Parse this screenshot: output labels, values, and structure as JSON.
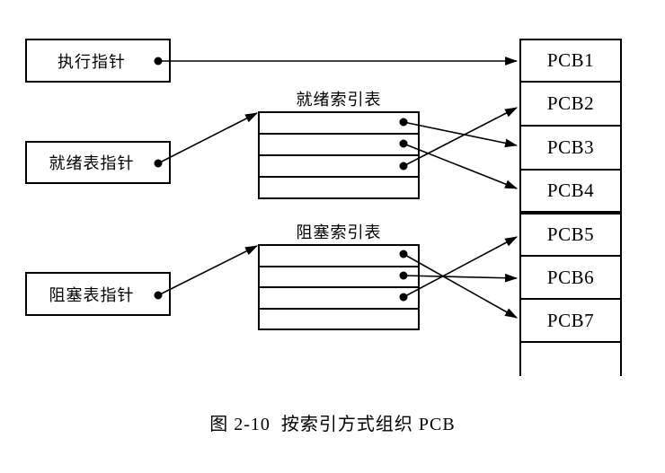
{
  "figure": {
    "caption": "图 2-10  按索引方式组织 PCB"
  },
  "pointer_boxes": {
    "execution": {
      "label": "执行指针",
      "points_to": "PCB1"
    },
    "ready": {
      "label": "就绪表指针",
      "points_to": "就绪索引表"
    },
    "blocked": {
      "label": "阻塞表指针",
      "points_to": "阻塞索引表"
    }
  },
  "ready_index_table": {
    "title": "就绪索引表",
    "row_count": 4,
    "entries": [
      {
        "row": 1,
        "points_to": "PCB3"
      },
      {
        "row": 2,
        "points_to": "PCB4"
      },
      {
        "row": 3,
        "points_to": "PCB2"
      }
    ]
  },
  "blocked_index_table": {
    "title": "阻塞索引表",
    "row_count": 4,
    "entries": [
      {
        "row": 1,
        "points_to": "PCB7"
      },
      {
        "row": 2,
        "points_to": "PCB6"
      },
      {
        "row": 3,
        "points_to": "PCB5"
      }
    ]
  },
  "pcb_column": {
    "cells": [
      {
        "label": "PCB1"
      },
      {
        "label": "PCB2"
      },
      {
        "label": "PCB3"
      },
      {
        "label": "PCB4"
      },
      {
        "label": "PCB5"
      },
      {
        "label": "PCB6"
      },
      {
        "label": "PCB7"
      },
      {
        "label": ""
      }
    ]
  },
  "colors": {
    "line": "#000000",
    "background": "#ffffff",
    "text": "#000000"
  }
}
